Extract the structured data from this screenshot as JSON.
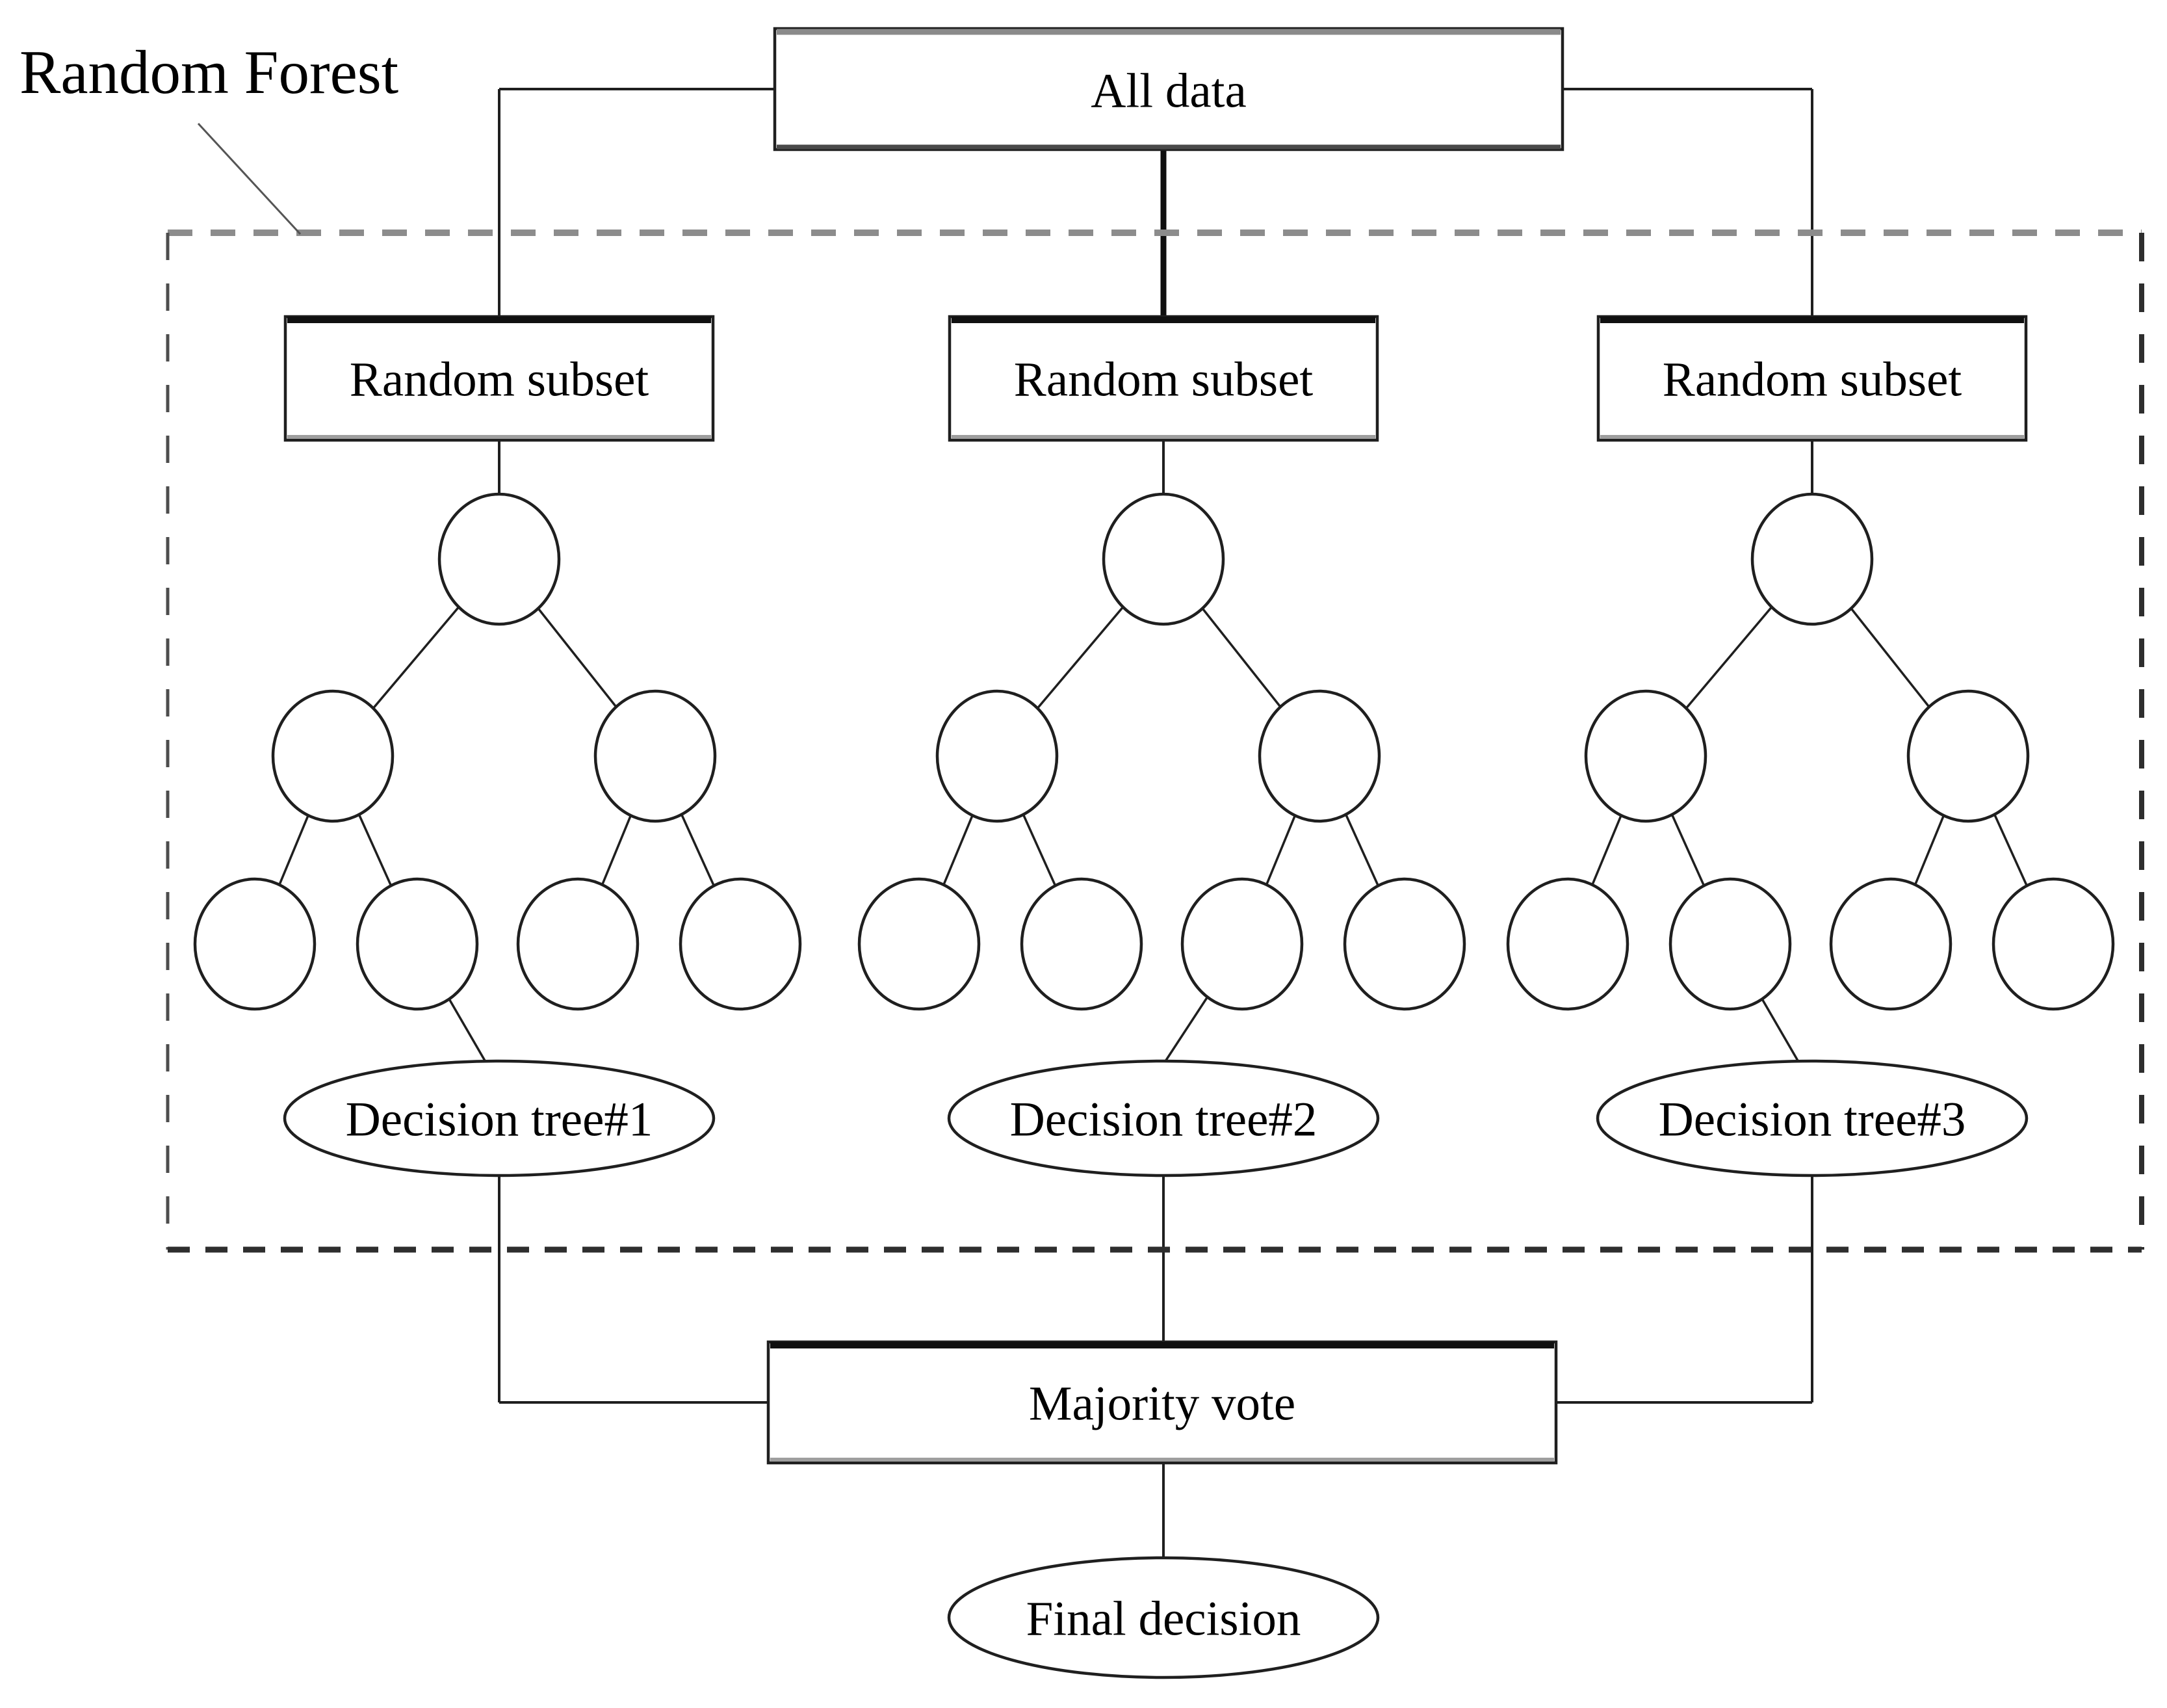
{
  "title": "Random Forest",
  "colors": {
    "background": "#ffffff",
    "line": "#1f1f1f",
    "dashed_border": "#8c8c8c",
    "shaded_node": "#d9d9d9",
    "unshaded_node": "#ffffff"
  },
  "boxes": {
    "all_data": "All data",
    "random_subset_1": "Random subset",
    "random_subset_2": "Random subset",
    "random_subset_3": "Random subset",
    "majority_vote": "Majority vote"
  },
  "ellipses": {
    "decision_tree_1": "Decision tree#1",
    "decision_tree_2": "Decision tree#2",
    "decision_tree_3": "Decision tree#3",
    "final_decision": "Final decision"
  },
  "trees": [
    {
      "id": "tree-1",
      "shaded_nodes": [
        "root",
        "l2-left",
        "l3-2"
      ]
    },
    {
      "id": "tree-2",
      "shaded_nodes": [
        "root",
        "l2-right",
        "l3-3"
      ]
    },
    {
      "id": "tree-3",
      "shaded_nodes": [
        "root",
        "l2-left",
        "l3-2"
      ]
    }
  ]
}
